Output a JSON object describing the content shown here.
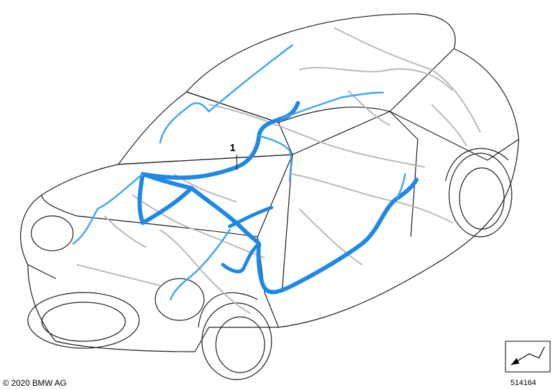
{
  "callout_label": "1",
  "copyright": "© 2020 BMW AG",
  "figure_number": "514164",
  "colors": {
    "outline": "#1a1a1a",
    "harness": "#1e88e5",
    "harness_thin": "#42a5f5",
    "ghost_harness": "#b8b8b8"
  },
  "icons": [
    "car-outline-icon",
    "wiring-harness-icon",
    "orientation-arrow-icon"
  ]
}
